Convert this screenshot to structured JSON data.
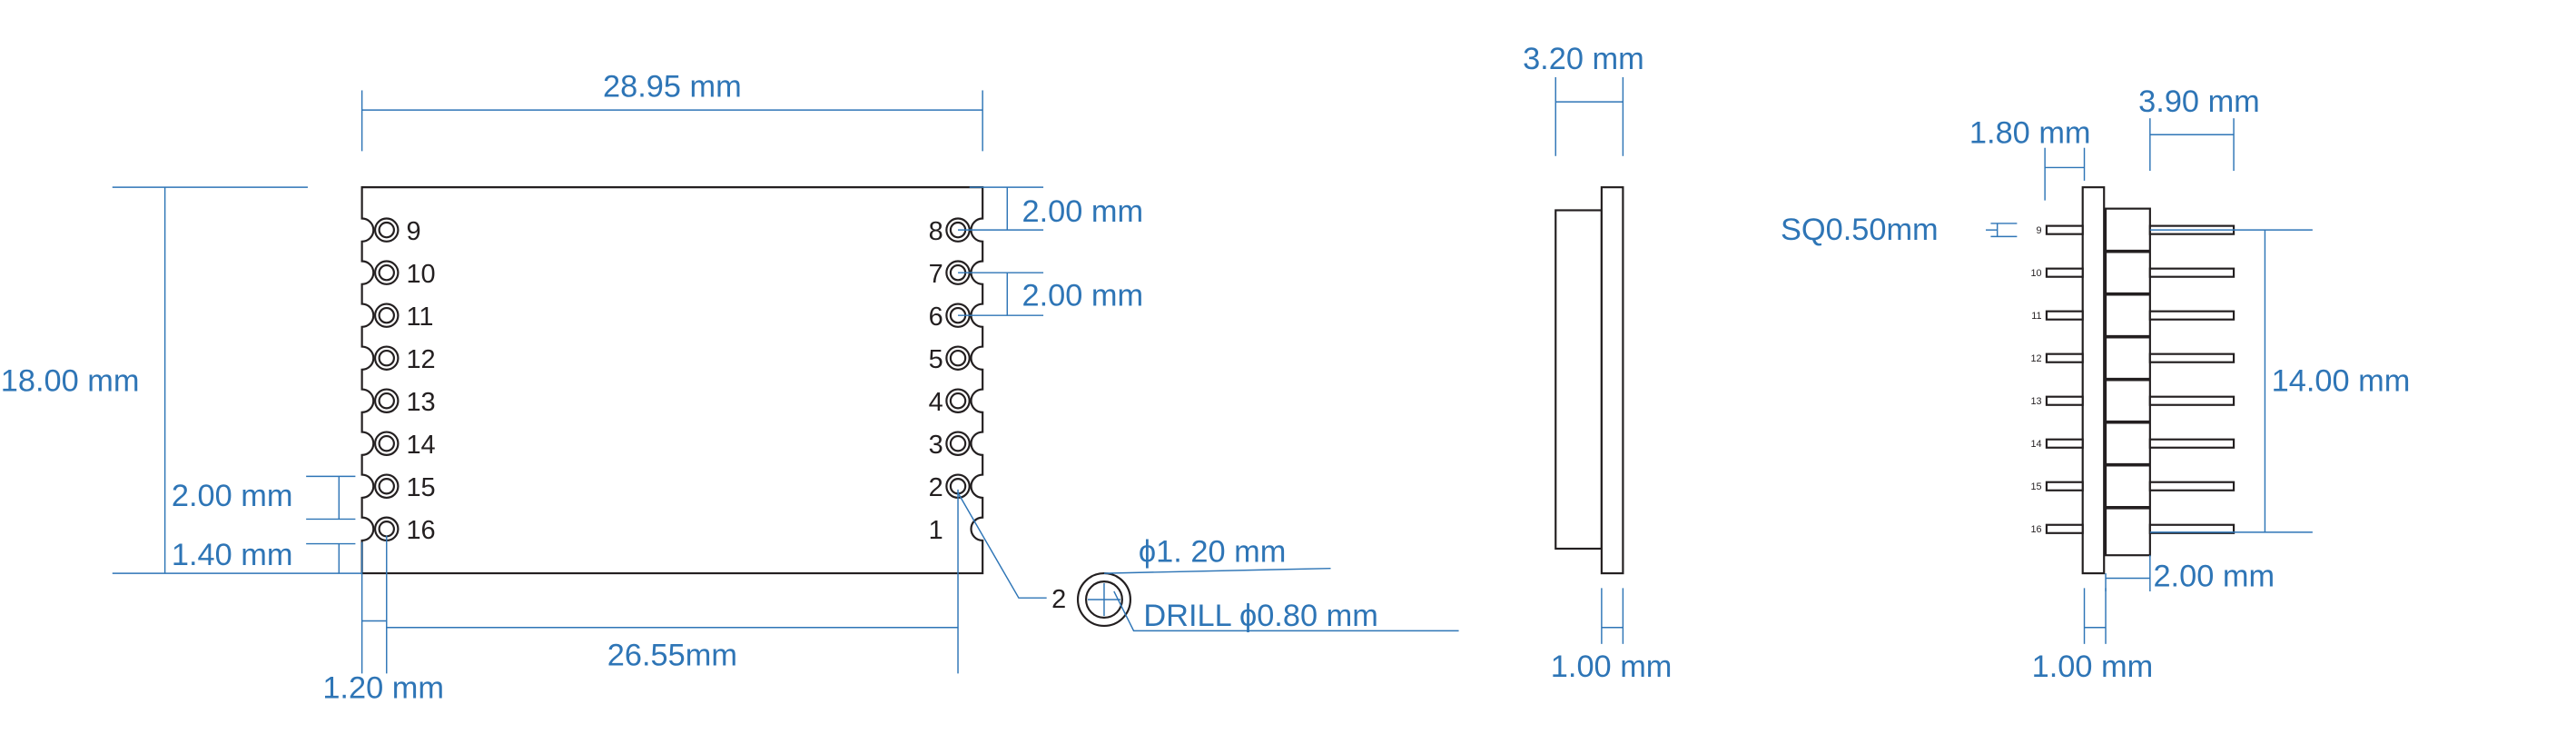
{
  "colors": {
    "dimension": "#2e75b6",
    "outline": "#231f20"
  },
  "top_view": {
    "width_label": "28.95 mm",
    "height_label": "18.00 mm",
    "pad_offset_top_label": "2.00 mm",
    "pitch_right_label": "2.00 mm",
    "pitch_left_label": "2.00 mm",
    "pad_offset_bottom_label": "1.40 mm",
    "pad_edge_label": "1.20 mm",
    "pad_span_label": "26.55mm",
    "left_pins": [
      "9",
      "10",
      "11",
      "12",
      "13",
      "14",
      "15",
      "16"
    ],
    "right_pins": [
      "8",
      "7",
      "6",
      "5",
      "4",
      "3",
      "2",
      "1"
    ]
  },
  "pad_detail": {
    "pin_label": "2",
    "outer_label": "ϕ1. 20 mm",
    "drill_label": "DRILL ϕ0.80 mm"
  },
  "side_view": {
    "thickness_label": "3.20 mm",
    "pcb_label": "1.00 mm"
  },
  "header_view": {
    "short_pin_label": "1.80 mm",
    "long_pin_label": "3.90 mm",
    "pin_size_label": "SQ0.50mm",
    "span_label": "14.00 mm",
    "spacer_label": "2.00 mm",
    "pcb_label": "1.00 mm",
    "pins": [
      "9",
      "10",
      "11",
      "12",
      "13",
      "14",
      "15",
      "16"
    ]
  }
}
